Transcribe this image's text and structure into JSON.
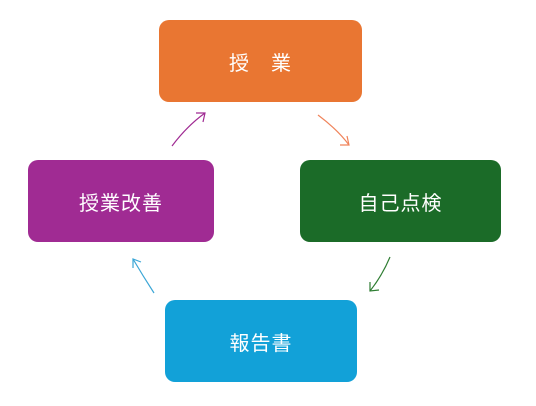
{
  "cycle": {
    "nodes": [
      {
        "id": "top",
        "label": "授　業",
        "color": "#E97632"
      },
      {
        "id": "right",
        "label": "自己点検",
        "color": "#1B6B28"
      },
      {
        "id": "bottom",
        "label": "報告書",
        "color": "#12A1D8"
      },
      {
        "id": "left",
        "label": "授業改善",
        "color": "#A02B93"
      }
    ],
    "arrows": [
      {
        "from": "top",
        "to": "right",
        "color": "#F0835A"
      },
      {
        "from": "right",
        "to": "bottom",
        "color": "#2E7D32"
      },
      {
        "from": "bottom",
        "to": "left",
        "color": "#3BA6D6"
      },
      {
        "from": "left",
        "to": "top",
        "color": "#A02B93"
      }
    ]
  }
}
